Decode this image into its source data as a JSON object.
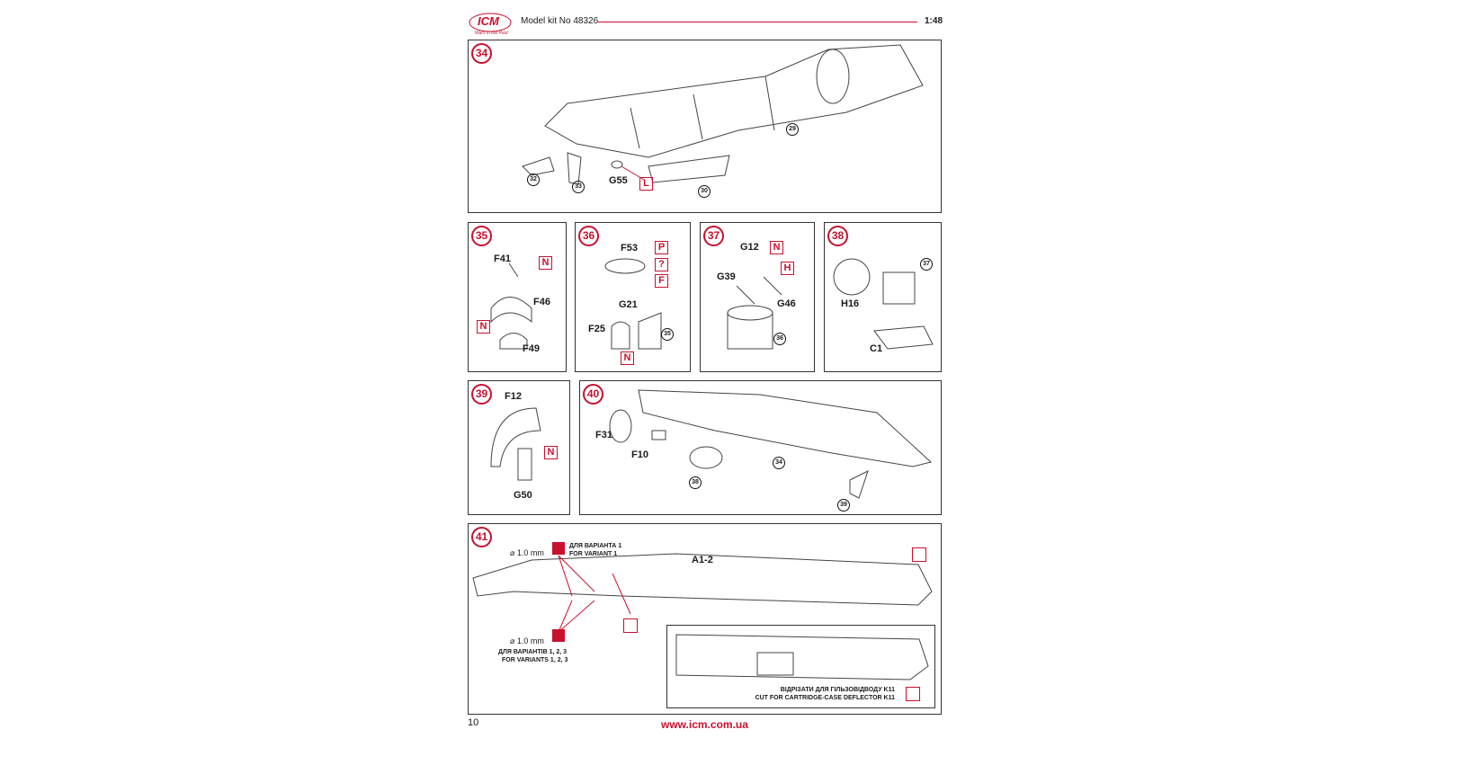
{
  "header": {
    "logo": "ICM",
    "tagline": "Wars in the Past",
    "kit": "Model kit No 48326",
    "scale": "1:48",
    "brand_color": "#c8102e"
  },
  "steps": {
    "s34": {
      "num": "34",
      "labels": [
        "G55",
        "L",
        "32",
        "33",
        "30",
        "29"
      ]
    },
    "s35": {
      "num": "35",
      "labels": [
        "F41",
        "N",
        "F46",
        "N",
        "F49"
      ]
    },
    "s36": {
      "num": "36",
      "labels": [
        "F53",
        "P",
        "?",
        "F",
        "G21",
        "F25",
        "N",
        "35"
      ]
    },
    "s37": {
      "num": "37",
      "labels": [
        "G12",
        "N",
        "G39",
        "H",
        "G46",
        "36"
      ]
    },
    "s38": {
      "num": "38",
      "labels": [
        "37",
        "H16",
        "C1"
      ]
    },
    "s39": {
      "num": "39",
      "labels": [
        "F12",
        "N",
        "G50"
      ]
    },
    "s40": {
      "num": "40",
      "labels": [
        "F31",
        "F10",
        "38",
        "34",
        "39"
      ]
    },
    "s41": {
      "num": "41",
      "drill1": "⌀ 1.0 mm",
      "variant1_ua": "ДЛЯ ВАРІАНТА 1",
      "variant1_en": "FOR VARIANT 1",
      "part": "A1-2",
      "drill2": "⌀ 1.0 mm",
      "variants_ua": "ДЛЯ ВАРІАНТІВ 1, 2, 3",
      "variants_en": "FOR VARIANTS 1, 2, 3",
      "cut_ua": "ВІДРІЗАТИ ДЛЯ ГІЛЬЗОВІДВОДУ K11",
      "cut_en": "CUT FOR CARTRIDGE-CASE DEFLECTOR K11"
    }
  },
  "footer": {
    "page": "10",
    "url": "www.icm.com.ua"
  }
}
